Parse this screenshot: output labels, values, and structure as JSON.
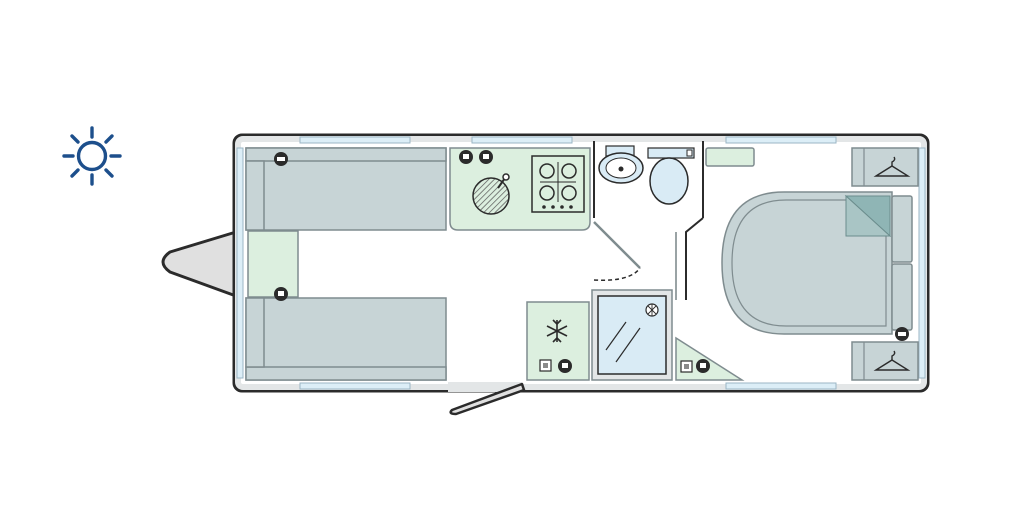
{
  "diagram": {
    "type": "caravan-floorplan",
    "colors": {
      "shell_outline": "#2b2b2b",
      "shell_fill": "#ffffff",
      "wall_gray": "#e3e6e7",
      "window_blue": "#dceef7",
      "seat_blue": "#c7d4d6",
      "seat_outline": "#7f8c8f",
      "worktop_green": "#dcefdf",
      "bathroom_blue": "#d9ebf5",
      "hitch_gray": "#e0e0e0",
      "sun_blue": "#1d4f8c",
      "duvet_teal": "#8fb5b5",
      "icon_dark": "#2b2b2b"
    },
    "icons": {
      "orientation": "sun-icon",
      "socket": "socket-icon",
      "usb": "usb-socket-icon",
      "hob": "gas-hob-icon",
      "sink": "sink-icon",
      "basin": "wash-basin-icon",
      "toilet": "toilet-icon",
      "fridge": "fridge-icon",
      "shower": "shower-icon",
      "wardrobe": "coat-hanger-icon"
    },
    "zones": [
      "front-lounge",
      "kitchen",
      "washroom",
      "shower-cubicle",
      "rear-bedroom"
    ]
  }
}
